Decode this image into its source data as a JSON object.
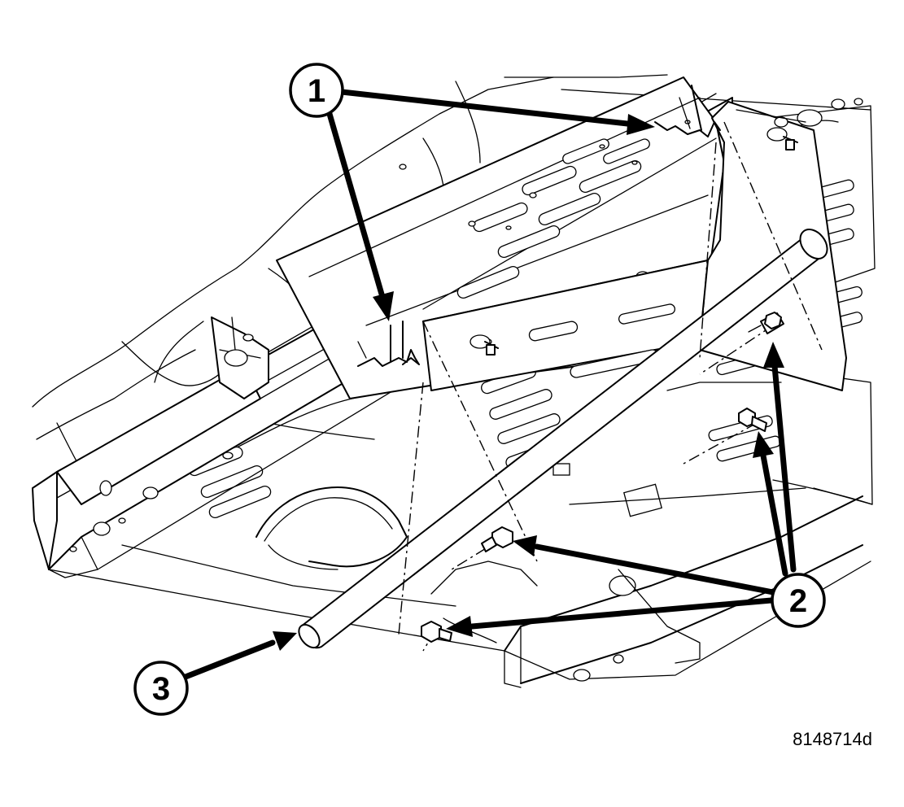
{
  "figure": {
    "id_label": "8148714d"
  },
  "callouts": [
    {
      "number": "1"
    },
    {
      "number": "2"
    },
    {
      "number": "3"
    }
  ]
}
